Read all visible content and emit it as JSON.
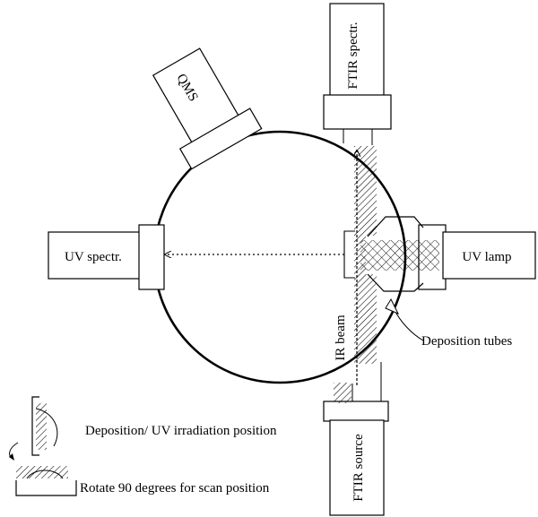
{
  "labels": {
    "qms": "QMS",
    "ftir_spectrometer": "FTIR spectr.",
    "ftir_source": "FTIR source",
    "uv_spectrometer": "UV spectr.",
    "uv_lamp": "UV lamp",
    "ir_beam": "IR beam",
    "deposition_tubes": "Deposition tubes"
  },
  "legend": {
    "deposition_position": "Deposition/ UV irradiation position",
    "scan_position": "Rotate 90 degrees for scan position"
  },
  "colors": {
    "line": "#000000",
    "background": "#ffffff"
  }
}
